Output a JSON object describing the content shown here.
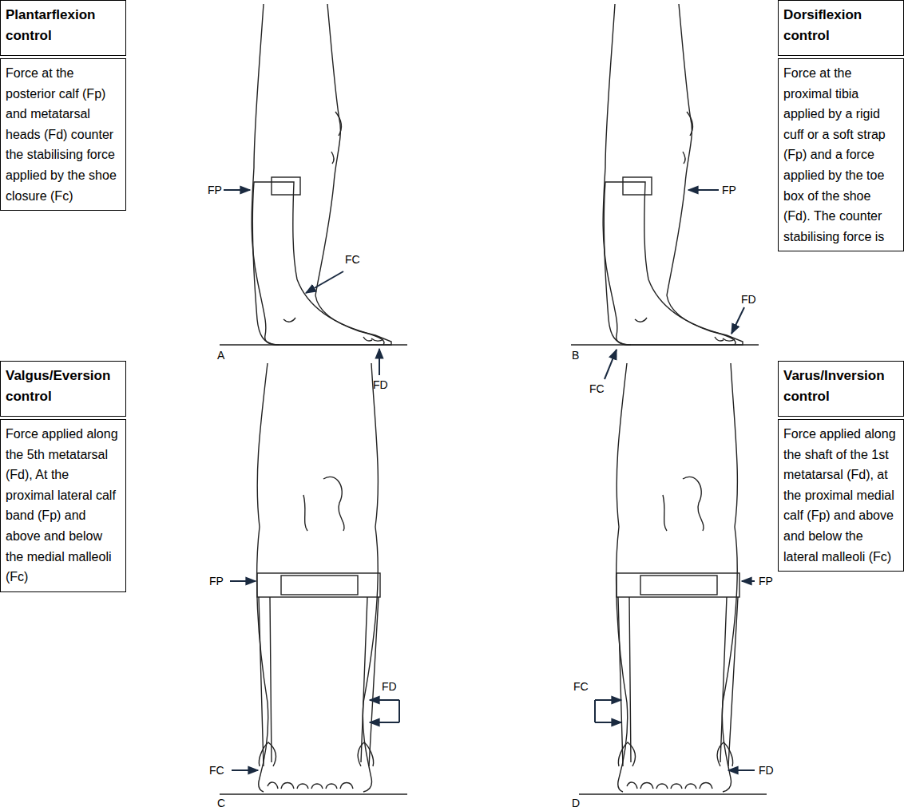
{
  "diagram": {
    "nodes": [
      {
        "text": [
          "Plantarflexion control"
        ]
      },
      {
        "text": [
          "Force at the posterior calf (Fp) and metatarsal heads (Fd) counter the stabilising force applied by the shoe closure (Fc)"
        ]
      },
      {
        "text": [
          "Dorsiflexion control"
        ]
      },
      {
        "text": [
          "Force at the proximal tibia applied by a rigid cuff or a soft strap (Fp) and a force applied by the toe box of the shoe (Fd). The counter stabilising force is"
        ]
      },
      {
        "text": [
          "Valgus/Eversion control"
        ]
      },
      {
        "text": [
          "Force applied along the 5th metatarsal (Fd), At the proximal lateral calf band (Fp) and above and below the medial malleoli (Fc)"
        ]
      },
      {
        "text": [
          "Varus/Inversion control"
        ]
      },
      {
        "text": [
          "Force applied along the shaft of the 1st metatarsal (Fd), at the proximal medial calf (Fp) and above and below the lateral malleoli (Fc)"
        ]
      }
    ],
    "labels": [
      "FP",
      "FC",
      "FD",
      "A",
      "FP",
      "FD",
      "FC",
      "B",
      "FP",
      "FC",
      "FD",
      "C",
      "FC",
      "FP",
      "FD",
      "D"
    ]
  }
}
